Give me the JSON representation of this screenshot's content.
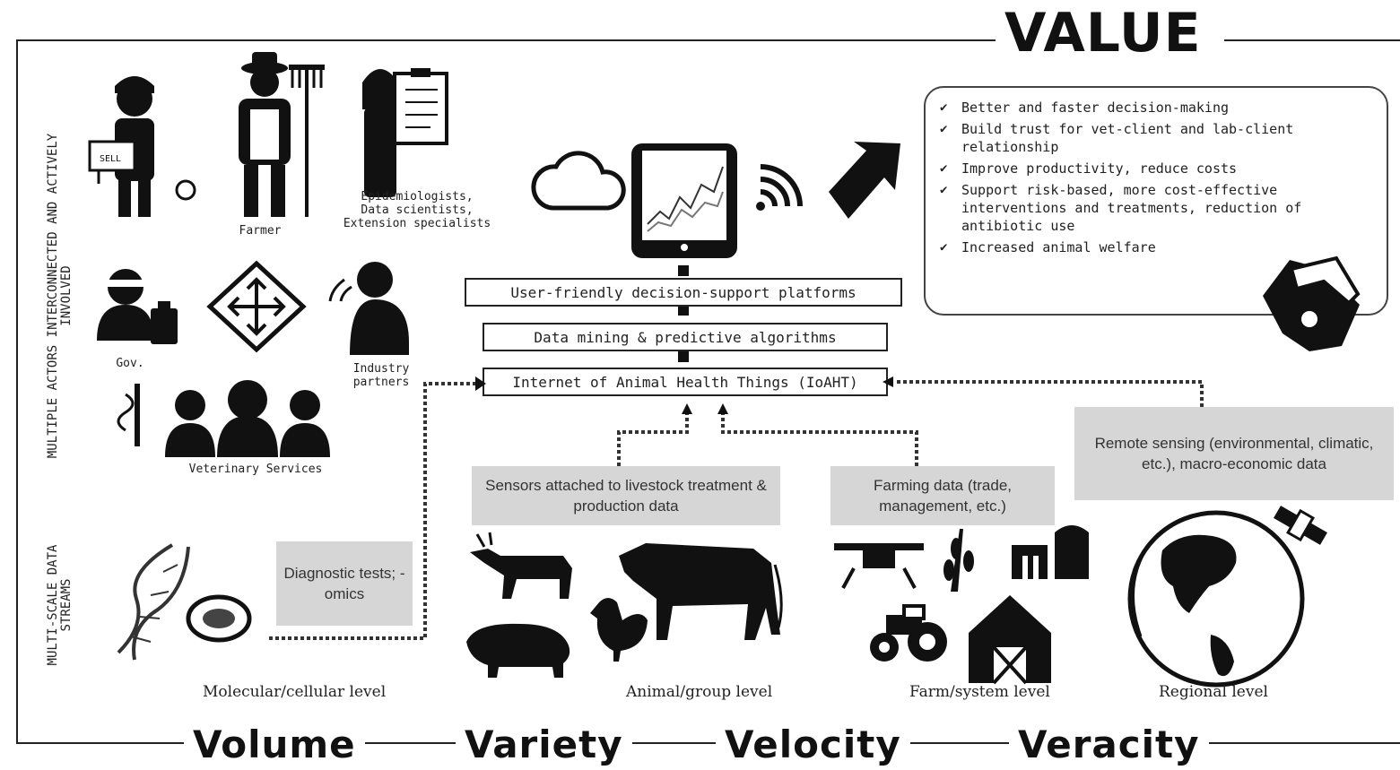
{
  "title": "VALUE",
  "left_labels": {
    "actors": "MULTIPLE ACTORS INTERCONNECTED AND ACTIVELY INVOLVED",
    "data": "MULTI-SCALE DATA STREAMS"
  },
  "actors": {
    "farmer": "Farmer",
    "epi": [
      "Epidemiologists,",
      "Data scientists,",
      "Extension specialists"
    ],
    "gov": "Gov.",
    "industry": [
      "Industry",
      "partners"
    ],
    "vet": "Veterinary Services",
    "sign_text": "SELL"
  },
  "stack": {
    "platform": "User-friendly decision-support platforms",
    "mining": "Data mining & predictive algorithms",
    "ioaht": "Internet of Animal Health Things (IoAHT)"
  },
  "value_items": [
    "Better and faster decision-making",
    "Build trust for vet-client and lab-client relationship",
    "Improve productivity, reduce costs",
    "Support risk-based, more cost-effective interventions and treatments, reduction of antibiotic use",
    "Increased animal welfare"
  ],
  "sources": {
    "diagnostic": "Diagnostic tests; -omics",
    "sensors": "Sensors attached to livestock treatment & production data",
    "farming": "Farming data (trade, management, etc.)",
    "remote": "Remote sensing (environmental, climatic, etc.), macro-economic data"
  },
  "levels": {
    "molecular": "Molecular/cellular level",
    "animal": "Animal/group level",
    "farm": "Farm/system level",
    "regional": "Regional level"
  },
  "vs": {
    "volume": "Volume",
    "variety": "Variety",
    "velocity": "Velocity",
    "veracity": "Veracity"
  },
  "icons": [
    "cloud-icon",
    "tablet-chart-icon",
    "wifi-icon",
    "arrow-icon",
    "handshake-icon",
    "dna-icon",
    "goat-icon",
    "cow-icon",
    "pig-icon",
    "chicken-icon",
    "drone-icon",
    "wheat-icon",
    "silo-icon",
    "tractor-icon",
    "barn-icon",
    "globe-icon",
    "satellite-icon"
  ]
}
